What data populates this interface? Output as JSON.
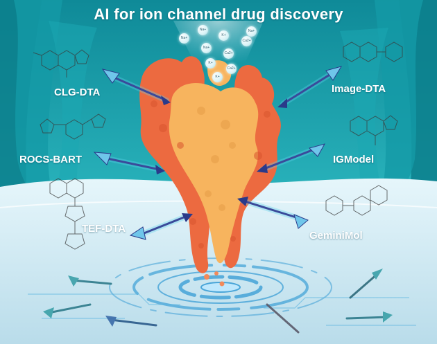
{
  "title": "AI for ion channel drug discovery",
  "methods": {
    "clg": "CLG-DTA",
    "rocs": "ROCS-BART",
    "tef": "TEF-DTA",
    "image": "Image-DTA",
    "igmodel": "IGModel",
    "gemini": "GeminiMol"
  },
  "ions": [
    "Na+",
    "Na+",
    "K+",
    "Ca2+",
    "Na+",
    "Ca2+",
    "Na+",
    "K+",
    "Ca2+",
    "K+"
  ],
  "colors": {
    "sky": "#1fa3ad",
    "floor": "#cfeaf4",
    "protein_dark": "#ec6a40",
    "protein_light": "#f7b45e",
    "arrow": "#3a4a9a",
    "arrow_glow": "#5fd3ec"
  }
}
